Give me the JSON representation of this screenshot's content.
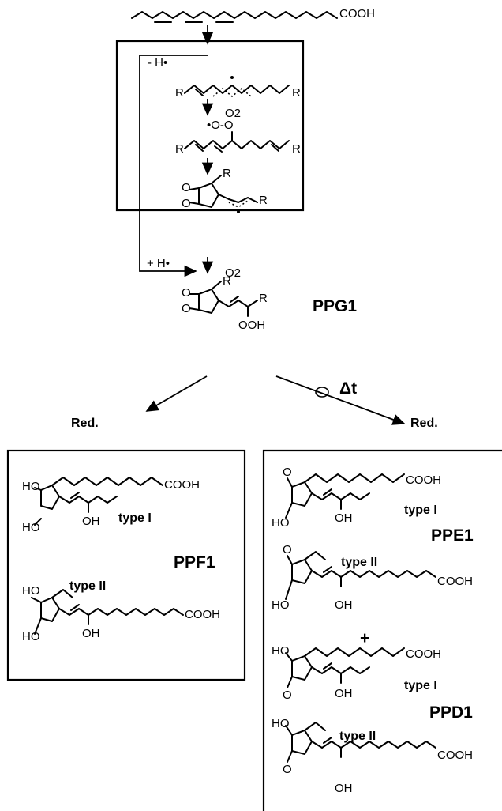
{
  "diagram": {
    "acid_group": "COOH",
    "radical_box": {
      "abstraction_label": "- H•",
      "r_group": "R",
      "oxygen_label": "O2",
      "peroxyl_label": "•O-O",
      "ring_oxygen": "O",
      "recombination_label": "+ H•",
      "hydroperoxide": "OOH",
      "product": "PPG1"
    },
    "branch_left_label": "Red.",
    "branch_right_label": "Red.",
    "heat_label": "Δt",
    "ppf_box": {
      "hydroxyl": "HO",
      "hydroxyl_down": "OH",
      "acid_group": "COOH",
      "type_i": "type I",
      "type_ii": "type II",
      "product": "PPF1"
    },
    "ppe_ppd_box": {
      "keto": "O",
      "hydroxyl": "HO",
      "hydroxyl_down": "OH",
      "acid_group": "COOH",
      "type_i": "type I",
      "type_ii": "type II",
      "product_e": "PPE1",
      "product_d": "PPD1",
      "plus": "+"
    }
  }
}
